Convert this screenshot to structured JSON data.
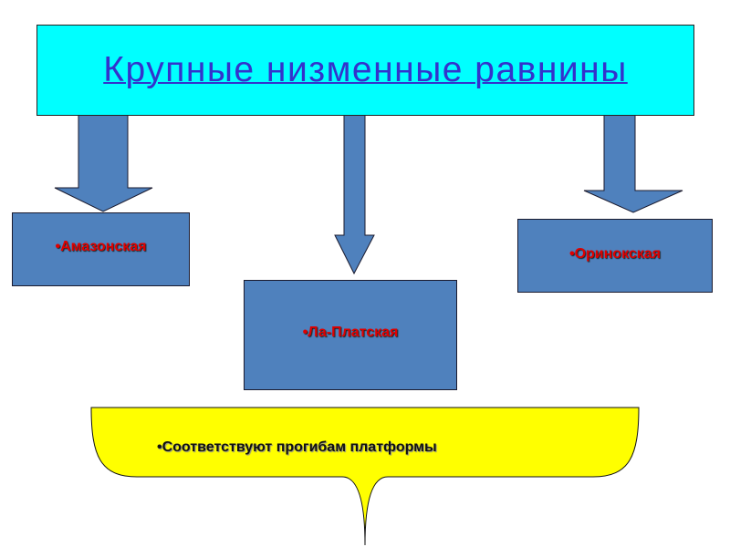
{
  "title": "Крупные низменные равнины",
  "plains": [
    {
      "label": "•Амазонская"
    },
    {
      "label": "•Ла-Платская"
    },
    {
      "label": "•Оринокская"
    }
  ],
  "note": "•Соответствуют прогибам платформы",
  "colors": {
    "title_bg": "#00ffff",
    "title_text": "#3333cc",
    "box": "#4f81bd",
    "label": "#e00000",
    "brace": "#ffff00"
  }
}
